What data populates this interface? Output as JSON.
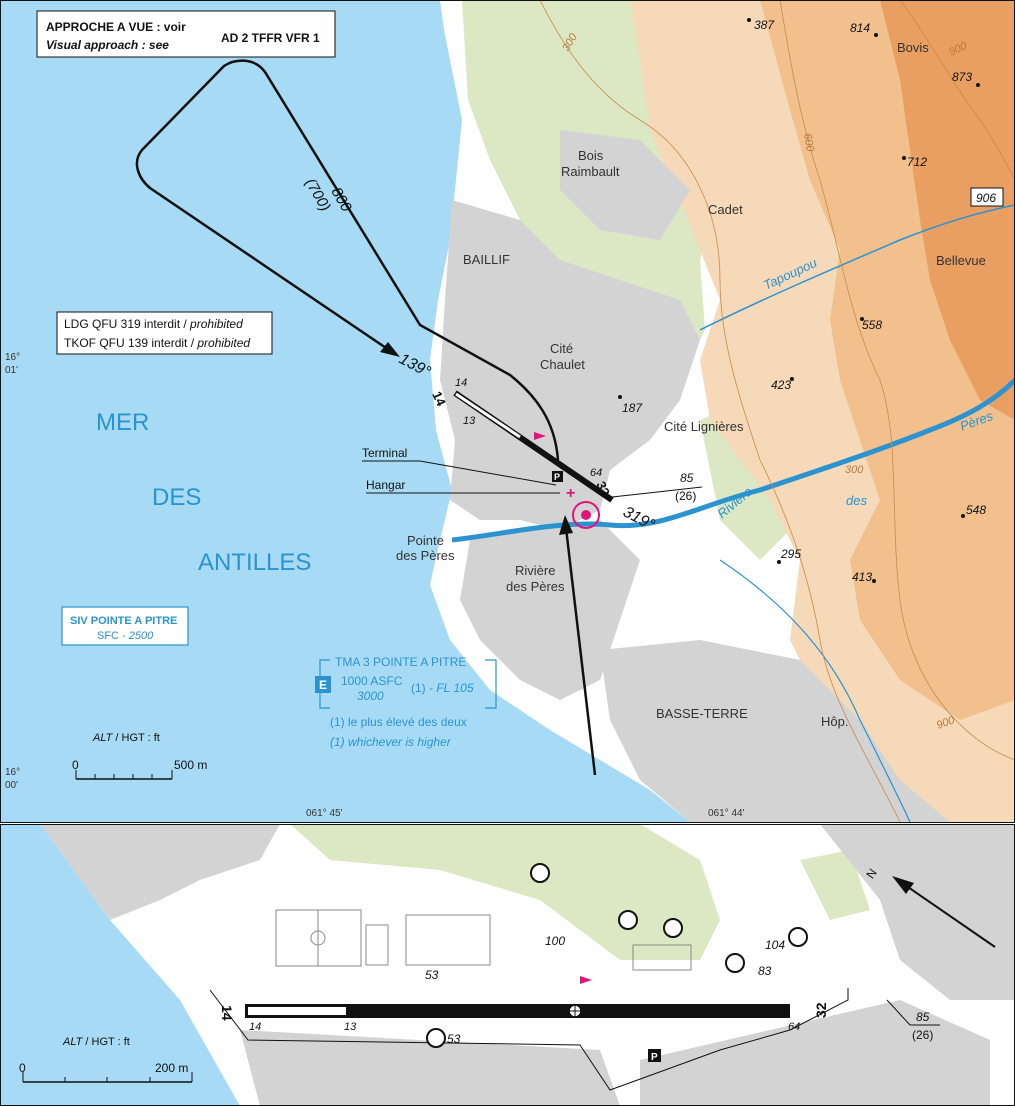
{
  "header": {
    "line1": "APPROCHE A VUE : voir",
    "line2": "Visual approach : see",
    "ref": "AD 2 TFFR VFR 1"
  },
  "restrictions": {
    "ldg_prefix": "LDG QFU 319 interdit / ",
    "ldg_suffix": "prohibited",
    "tkof_prefix": "TKOF QFU 139 interdit / ",
    "tkof_suffix": "prohibited"
  },
  "sea": {
    "w1": "MER",
    "w2": "DES",
    "w3": "ANTILLES"
  },
  "siv": {
    "title": "SIV POINTE A PITRE",
    "limits_prefix": "SFC - ",
    "limits_value": "2500"
  },
  "tma": {
    "title": "TMA 3 POINTE A PITRE",
    "class": "E",
    "lower1": "1000 ASFC",
    "lower2": "3000",
    "upper_prefix": "(1) - ",
    "upper_value": "FL 105",
    "note_fr": "(1) le plus élevé des deux",
    "note_en": "(1) whichever is higher"
  },
  "circuit": {
    "alt": "800",
    "hgt": "(700)",
    "hdg_in": "139°",
    "hdg_out": "319°"
  },
  "runway": {
    "thr14": "14",
    "thr32": "32",
    "d14": "14",
    "d13": "13",
    "d64": "64"
  },
  "facilities": {
    "terminal": "Terminal",
    "hangar": "Hangar"
  },
  "elevation": {
    "alt": "85",
    "hgt": "(26)"
  },
  "places": {
    "bois1": "Bois",
    "bois2": "Raimbault",
    "cadet": "Cadet",
    "bovis": "Bovis",
    "bellevue": "Bellevue",
    "baillif": "BAILLIF",
    "cite_chaulet1": "Cité",
    "cite_chaulet2": "Chaulet",
    "cite_lign": "Cité Lignières",
    "pointe1": "Pointe",
    "pointe2": "des Pères",
    "riv1": "Rivière",
    "riv2": "des Pères",
    "basse_terre": "BASSE-TERRE",
    "hop": "Hôp."
  },
  "rivers": {
    "tapoupou": "Tapoupou",
    "riviere": "Rivière",
    "des": "des",
    "peres": "Pères"
  },
  "spot_heights": [
    "387",
    "814",
    "873",
    "712",
    "906",
    "558",
    "423",
    "187",
    "548",
    "295",
    "413"
  ],
  "contours": {
    "c300": "300",
    "c600": "600",
    "c900": "900"
  },
  "scale_top": {
    "label_alt": "ALT",
    "label_rest": " / HGT : ft",
    "zero": "0",
    "dist": "500 m"
  },
  "coords": {
    "lat1_deg": "16°",
    "lat1_min": "01'",
    "lat2_deg": "16°",
    "lat2_min": "00'",
    "lon1": "061° 45'",
    "lon2": "061° 44'"
  },
  "inset": {
    "thr14": "14",
    "thr32": "32",
    "d14": "14",
    "d13": "13",
    "d64": "64",
    "obst": [
      "100",
      "53",
      "53",
      "104",
      "83"
    ],
    "elev_alt": "85",
    "elev_hgt": "(26)",
    "north": "N",
    "scale_alt": "ALT",
    "scale_rest": " / HGT : ft",
    "scale_zero": "0",
    "scale_dist": "200 m"
  },
  "colors": {
    "sea": "#a7dbf5",
    "land": "#ffffff",
    "urban": "#d3d3d3",
    "green": "#dbe8c3",
    "hill_light": "#f6d9b8",
    "hill_mid": "#f1c08d",
    "hill_dark": "#ea9f62",
    "accent": "#e0157a",
    "river": "#2a93d0"
  }
}
